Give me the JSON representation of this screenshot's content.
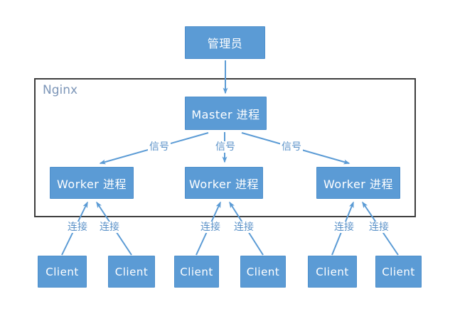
{
  "diagram": {
    "container": {
      "label": "Nginx"
    },
    "nodes": {
      "admin": {
        "label": "管理员"
      },
      "master": {
        "label": "Master 进程"
      },
      "workers": [
        {
          "label": "Worker 进程"
        },
        {
          "label": "Worker 进程"
        },
        {
          "label": "Worker 进程"
        }
      ],
      "clients": [
        {
          "label": "Client"
        },
        {
          "label": "Client"
        },
        {
          "label": "Client"
        },
        {
          "label": "Client"
        },
        {
          "label": "Client"
        },
        {
          "label": "Client"
        }
      ]
    },
    "edge_labels": {
      "signals": [
        "信号",
        "信号",
        "信号"
      ],
      "connections": [
        "连接",
        "连接",
        "连接",
        "连接",
        "连接",
        "连接"
      ]
    },
    "colors": {
      "node_fill": "#5b9bd5",
      "node_text": "#ffffff",
      "connector": "#5b9bd5",
      "edge_label_text": "#5b92c8",
      "container_border": "#3e3e3e",
      "container_label": "#7d96b8",
      "background": "#ffffff"
    }
  }
}
